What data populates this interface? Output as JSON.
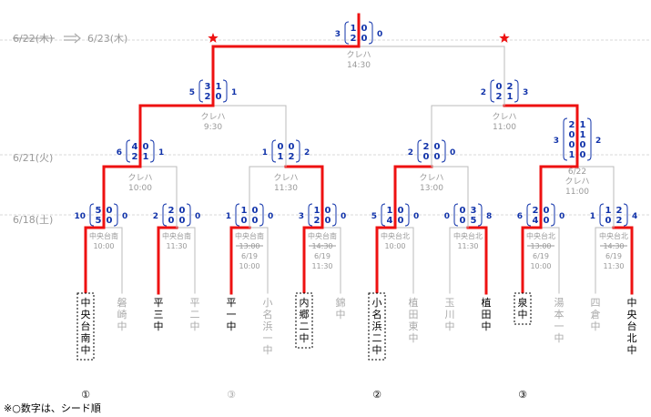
{
  "dates": [
    {
      "label": "6/22(木)",
      "struck": true
    },
    {
      "label": "6/23(木)",
      "struck": false
    },
    {
      "label": "6/21(火)",
      "struck": false
    },
    {
      "label": "6/18(土)",
      "struck": false
    }
  ],
  "arrow_icon": "double-arrow-right-icon",
  "footnote": "※○数字は、シード順",
  "colors": {
    "win": "#ee1111",
    "lose": "#bbbbbb",
    "score": "#1133aa",
    "venue": "#999999",
    "date": "#999999"
  },
  "teams": [
    {
      "name": "中央台南中",
      "advanced": true,
      "boxed": true,
      "seed": "①",
      "seed_active": true
    },
    {
      "name": "磐崎中",
      "advanced": false,
      "boxed": false,
      "seed": "",
      "seed_active": false
    },
    {
      "name": "平三中",
      "advanced": true,
      "boxed": false,
      "seed": "",
      "seed_active": false
    },
    {
      "name": "平二中",
      "advanced": false,
      "boxed": false,
      "seed": "",
      "seed_active": false
    },
    {
      "name": "平一中",
      "advanced": true,
      "boxed": false,
      "seed": "③",
      "seed_active": false
    },
    {
      "name": "小名浜一中",
      "advanced": false,
      "boxed": false,
      "seed": "",
      "seed_active": false
    },
    {
      "name": "内郷二中",
      "advanced": true,
      "boxed": true,
      "seed": "",
      "seed_active": false
    },
    {
      "name": "錦中",
      "advanced": false,
      "boxed": false,
      "seed": "",
      "seed_active": false
    },
    {
      "name": "小名浜二中",
      "advanced": true,
      "boxed": true,
      "seed": "②",
      "seed_active": true
    },
    {
      "name": "植田東中",
      "advanced": false,
      "boxed": false,
      "seed": "",
      "seed_active": false
    },
    {
      "name": "玉川中",
      "advanced": false,
      "boxed": false,
      "seed": "",
      "seed_active": false
    },
    {
      "name": "植田中",
      "advanced": true,
      "boxed": false,
      "seed": "",
      "seed_active": false
    },
    {
      "name": "泉中",
      "advanced": true,
      "boxed": true,
      "seed": "③",
      "seed_active": true
    },
    {
      "name": "湯本一中",
      "advanced": false,
      "boxed": false,
      "seed": "",
      "seed_active": false
    },
    {
      "name": "四倉中",
      "advanced": false,
      "boxed": false,
      "seed": "",
      "seed_active": false
    },
    {
      "name": "中央台北中",
      "advanced": true,
      "boxed": false,
      "seed": "",
      "seed_active": false
    }
  ],
  "matches": [
    {
      "id": "r1-1",
      "venue": [
        "中央台南",
        "10:00"
      ],
      "venue_struck": [],
      "left_total": "10",
      "right_total": "0",
      "innings_left": [
        "5",
        "5"
      ],
      "innings_right": [
        "0",
        "0"
      ],
      "winner": "left"
    },
    {
      "id": "r1-2",
      "venue": [
        "中央台南",
        "11:30"
      ],
      "venue_struck": [],
      "left_total": "2",
      "right_total": "0",
      "innings_left": [
        "2",
        "0"
      ],
      "innings_right": [
        "0",
        "0"
      ],
      "winner": "left"
    },
    {
      "id": "r1-3",
      "venue": [
        "中央台南",
        "13:00",
        "6/19",
        "10:00"
      ],
      "venue_struck": [
        1
      ],
      "left_total": "1",
      "right_total": "0",
      "innings_left": [
        "1",
        "0"
      ],
      "innings_right": [
        "0",
        "0"
      ],
      "winner": "left"
    },
    {
      "id": "r1-4",
      "venue": [
        "中央台南",
        "14:30",
        "6/19",
        "11:30"
      ],
      "venue_struck": [
        1
      ],
      "left_total": "3",
      "right_total": "0",
      "innings_left": [
        "1",
        "2"
      ],
      "innings_right": [
        "0",
        "0"
      ],
      "winner": "left"
    },
    {
      "id": "r1-5",
      "venue": [
        "中央台北",
        "10:00"
      ],
      "venue_struck": [],
      "left_total": "5",
      "right_total": "0",
      "innings_left": [
        "1",
        "4"
      ],
      "innings_right": [
        "0",
        "0"
      ],
      "winner": "left"
    },
    {
      "id": "r1-6",
      "venue": [
        "中央台北",
        "11:30"
      ],
      "venue_struck": [],
      "left_total": "0",
      "right_total": "8",
      "innings_left": [
        "0",
        "0"
      ],
      "innings_right": [
        "3",
        "5"
      ],
      "winner": "right"
    },
    {
      "id": "r1-7",
      "venue": [
        "中央台北",
        "13:00",
        "6/19",
        "10:00"
      ],
      "venue_struck": [
        1
      ],
      "left_total": "6",
      "right_total": "0",
      "innings_left": [
        "2",
        "4"
      ],
      "innings_right": [
        "0",
        "0"
      ],
      "winner": "left"
    },
    {
      "id": "r1-8",
      "venue": [
        "中央台北",
        "14:30",
        "6/19",
        "11:30"
      ],
      "venue_struck": [
        1
      ],
      "left_total": "1",
      "right_total": "4",
      "innings_left": [
        "1",
        "0"
      ],
      "innings_right": [
        "2",
        "2"
      ],
      "winner": "right"
    },
    {
      "id": "r2-1",
      "venue": [
        "クレハ",
        "10:00"
      ],
      "venue_struck": [],
      "left_total": "6",
      "right_total": "1",
      "innings_left": [
        "4",
        "2"
      ],
      "innings_right": [
        "0",
        "1"
      ],
      "winner": "left"
    },
    {
      "id": "r2-2",
      "venue": [
        "クレハ",
        "11:30"
      ],
      "venue_struck": [],
      "left_total": "1",
      "right_total": "2",
      "innings_left": [
        "0",
        "1"
      ],
      "innings_right": [
        "0",
        "2"
      ],
      "winner": "right"
    },
    {
      "id": "r2-3",
      "venue": [
        "クレハ",
        "13:00"
      ],
      "venue_struck": [],
      "left_total": "2",
      "right_total": "0",
      "innings_left": [
        "2",
        "0"
      ],
      "innings_right": [
        "0",
        "0"
      ],
      "winner": "left"
    },
    {
      "id": "r2-4",
      "venue": [
        "6/22",
        "クレハ",
        "11:00"
      ],
      "venue_struck": [],
      "left_total": "3",
      "right_total": "2",
      "innings_left": [
        "2",
        "0",
        "0",
        "1"
      ],
      "innings_right": [
        "1",
        "1",
        "0",
        "0"
      ],
      "winner": "left"
    },
    {
      "id": "sf-1",
      "venue": [
        "クレハ",
        "9:30"
      ],
      "venue_struck": [],
      "left_total": "5",
      "right_total": "1",
      "innings_left": [
        "3",
        "2"
      ],
      "innings_right": [
        "1",
        "0"
      ],
      "winner": "left"
    },
    {
      "id": "sf-2",
      "venue": [
        "クレハ",
        "11:00"
      ],
      "venue_struck": [],
      "left_total": "2",
      "right_total": "3",
      "innings_left": [
        "0",
        "2"
      ],
      "innings_right": [
        "2",
        "1"
      ],
      "winner": "right"
    },
    {
      "id": "final",
      "venue": [
        "クレハ",
        "14:30"
      ],
      "venue_struck": [],
      "left_total": "3",
      "right_total": "0",
      "innings_left": [
        "1",
        "2"
      ],
      "innings_right": [
        "0",
        "0"
      ],
      "winner": "left"
    }
  ]
}
